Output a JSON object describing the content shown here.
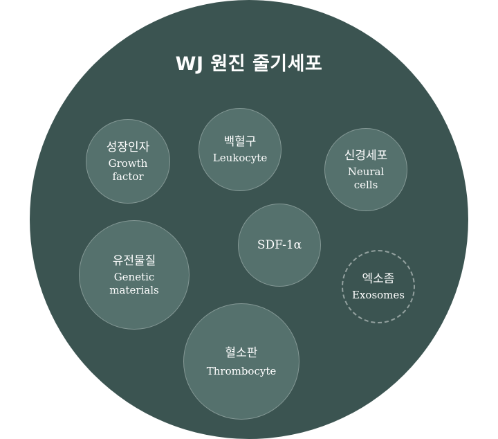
{
  "title": "WJ 원진 줄기세포",
  "colors": {
    "outer_circle": "#3b5451",
    "inner_circle": "#55716d",
    "text": "#ffffff"
  },
  "nodes": {
    "growth_factor": {
      "ko": "성장인자",
      "en": "Growth factor"
    },
    "leukocyte": {
      "ko": "백혈구",
      "en": "Leukocyte"
    },
    "neural_cells": {
      "ko": "신경세포",
      "en": "Neural cells"
    },
    "sdf": {
      "en": "SDF-1α"
    },
    "genetic_materials": {
      "ko": "유전물질",
      "en": "Genetic materials"
    },
    "exosomes": {
      "ko": "엑소좀",
      "en": "Exosomes"
    },
    "thrombocyte": {
      "ko": "혈소판",
      "en": "Thrombocyte"
    }
  }
}
